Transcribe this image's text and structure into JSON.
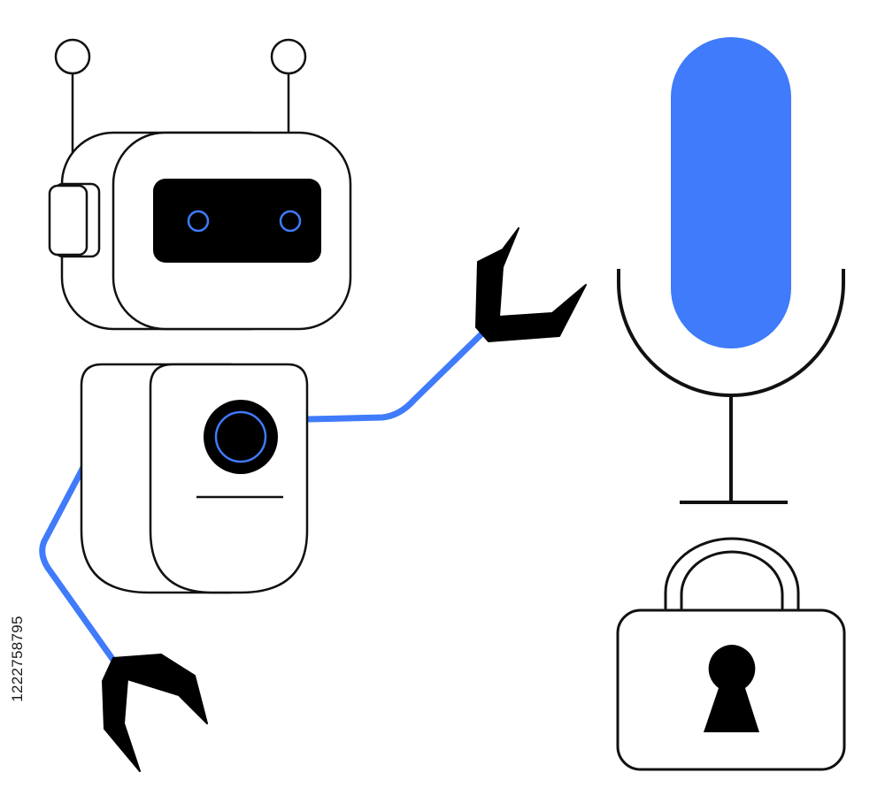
{
  "illustration": {
    "subjects": [
      "robot",
      "microphone",
      "padlock"
    ],
    "colors": {
      "accent": "#3f7bfa",
      "outline": "#111111",
      "fill": "#ffffff",
      "dark": "#000000"
    },
    "icons": {
      "robot": "robot-icon",
      "microphone": "microphone-icon",
      "padlock": "padlock-icon"
    }
  },
  "watermark": {
    "stock_id": "1222758795"
  }
}
